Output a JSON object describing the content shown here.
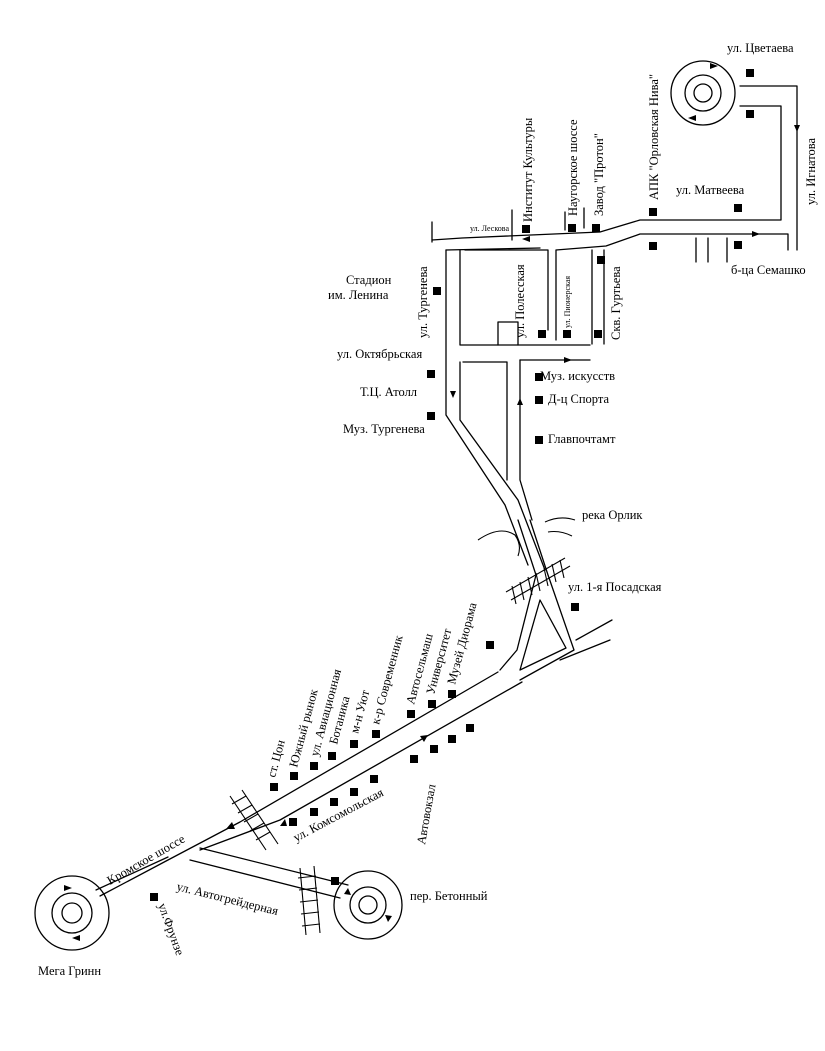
{
  "labels": {
    "tsvetaeva": "ул. Цветаева",
    "ignatova": "ул. Игнатова",
    "matveeva": "ул. Матвеева",
    "semashko": "б-ца Семашко",
    "apk": "АПК \"Орловская Нива\"",
    "naugorskoe": "Наугорское шоссе",
    "zavod_proton": "Завод \"Протон\"",
    "institut": "Институт Культуры",
    "leskova": "ул. Лескова",
    "stadion": "Стадион",
    "stadion2": "им. Ленина",
    "turgeneva_st": "ул. Тургенева",
    "polesskaya": "ул. Полесская",
    "pionerskaya": "ул. Пионерская",
    "skv_gurteva": "Скв. Гуртьева",
    "oktyabrskaya": "ул. Октябрьская",
    "atoll": "Т.Ц. Атолл",
    "muz_turgeneva": "Муз. Тургенева",
    "muz_iskusstv": "Муз. искусств",
    "dts_sporta": "Д-ц Спорта",
    "glavpochtamt": "Главпочтамт",
    "reka_orlik": "река Орлик",
    "posadskaya": "ул. 1-я Посадская",
    "st_tson": "ст. Цон",
    "yuzhny_rynok": "Южный рынок",
    "aviatsionnaya": "ул. Авиационная",
    "botanika": "Ботаника",
    "uyut": "м-н Уют",
    "sovremennik": "к-р Современник",
    "avtoselmash": "Автосельмаш",
    "universitet": "Университет",
    "diorama": "Музей Диорама",
    "kromskoe": "Кромское шоссе",
    "komsomolskaya": "ул. Комсомольская",
    "avtovokzal": "Автовокзал",
    "avtogreydernaya": "ул. Автогрейдерная",
    "betonny": "пер. Бетонный",
    "mega_grinn": "Мега Гринн",
    "ul_ufimskaya": "ул.Фрунзе"
  },
  "icons": {
    "stop": "filled-square-stop",
    "arrow": "direction-arrow",
    "roundabout": "roundabout-circle",
    "railway": "railway-crossing",
    "river": "river-bank"
  }
}
